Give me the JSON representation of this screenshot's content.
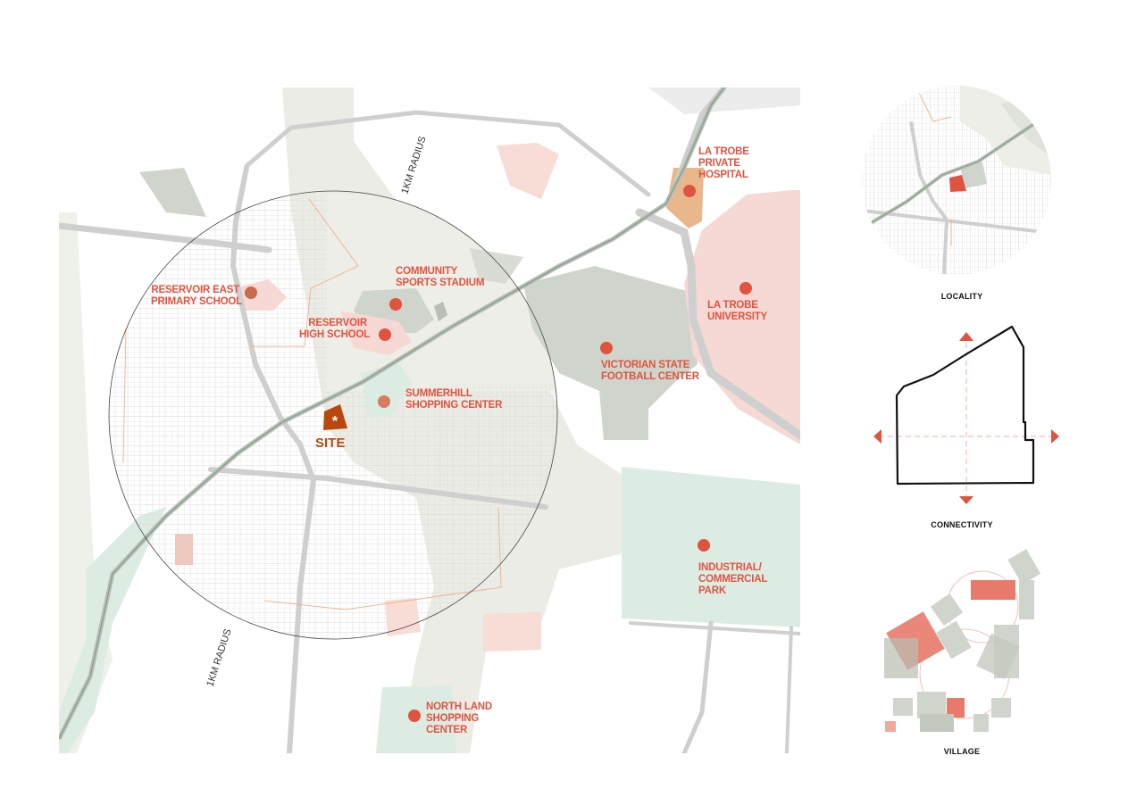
{
  "map": {
    "radius_label_top": "1KM RADIUS",
    "radius_label_bottom": "1KM RADIUS",
    "site_label": "SITE",
    "site_icon": "asterisk-icon",
    "places": [
      {
        "id": "la-trobe-private-hospital",
        "lines": [
          "LA TROBE",
          "PRIVATE",
          "HOSPITAL"
        ]
      },
      {
        "id": "community-sports-stadium",
        "lines": [
          "COMMUNITY",
          "SPORTS STADIUM"
        ]
      },
      {
        "id": "reservoir-east-primary-school",
        "lines": [
          "RESERVOIR EAST",
          "PRIMARY SCHOOL"
        ]
      },
      {
        "id": "reservoir-high-school",
        "lines": [
          "RESERVOIR",
          "HIGH SCHOOL"
        ]
      },
      {
        "id": "la-trobe-university",
        "lines": [
          "LA TROBE",
          "UNIVERSITY"
        ]
      },
      {
        "id": "victorian-state-football-center",
        "lines": [
          "VICTORIAN STATE",
          "FOOTBALL CENTER"
        ]
      },
      {
        "id": "summerhill-shopping-center",
        "lines": [
          "SUMMERHILL",
          "SHOPPING CENTER"
        ]
      },
      {
        "id": "industrial-commercial-park",
        "lines": [
          "INDUSTRIAL/",
          "COMMERCIAL",
          "PARK"
        ]
      },
      {
        "id": "north-land-shopping-center",
        "lines": [
          "NORTH LAND",
          "SHOPPING",
          "CENTER"
        ]
      }
    ]
  },
  "diagrams": {
    "locality_caption": "LOCALITY",
    "connectivity_caption": "CONNECTIVITY",
    "village_caption": "VILLAGE"
  },
  "colors": {
    "accent": "#e0533f",
    "site": "#b9480f",
    "green_zone": "#dcece3",
    "grey_zone": "#cfd4cc",
    "pink_zone": "#f6d9d4",
    "hospital": "#e8b88c"
  }
}
